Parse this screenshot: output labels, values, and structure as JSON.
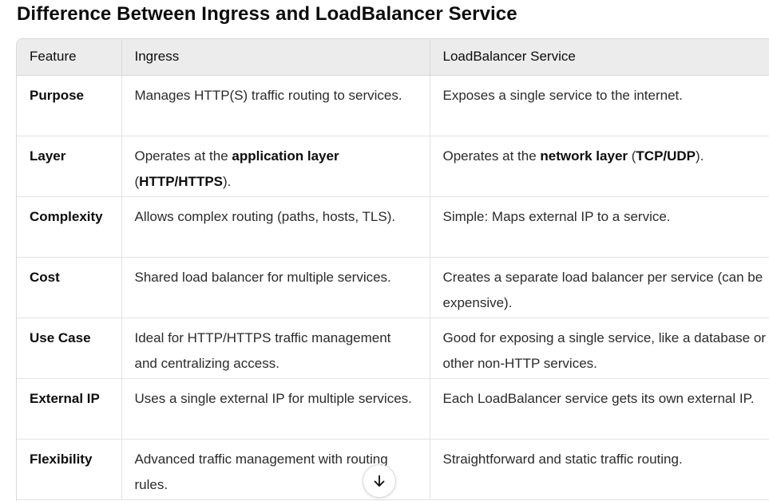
{
  "heading": "Difference Between Ingress and LoadBalancer Service",
  "table": {
    "headers": [
      "Feature",
      "Ingress",
      "LoadBalancer Service"
    ],
    "rows": [
      {
        "feature": "Purpose",
        "ingress": [
          "Manages HTTP(S) traffic routing to services."
        ],
        "lb": [
          "Exposes a single service to the internet."
        ]
      },
      {
        "feature": "Layer",
        "ingress": [
          "Operates at the ",
          "application layer",
          " (",
          "HTTP/HTTPS",
          ")."
        ],
        "lb": [
          "Operates at the ",
          "network layer",
          " (",
          "TCP/UDP",
          ")."
        ]
      },
      {
        "feature": "Complexity",
        "ingress": [
          "Allows complex routing (paths, hosts, TLS)."
        ],
        "lb": [
          "Simple: Maps external IP to a service."
        ]
      },
      {
        "feature": "Cost",
        "ingress": [
          "Shared load balancer for multiple services."
        ],
        "lb": [
          "Creates a separate load balancer per service (can be expensive)."
        ]
      },
      {
        "feature": "Use Case",
        "ingress": [
          "Ideal for HTTP/HTTPS traffic management and centralizing access."
        ],
        "lb": [
          "Good for exposing a single service, like a database or other non-HTTP services."
        ]
      },
      {
        "feature": "External IP",
        "ingress": [
          "Uses a single external IP for multiple services."
        ],
        "lb": [
          "Each LoadBalancer service gets its own external IP."
        ]
      },
      {
        "feature": "Flexibility",
        "ingress": [
          "Advanced traffic management with routing rules."
        ],
        "lb": [
          "Straightforward and static traffic routing."
        ]
      }
    ]
  },
  "scroll_button": {
    "icon": "arrow-down-icon"
  }
}
